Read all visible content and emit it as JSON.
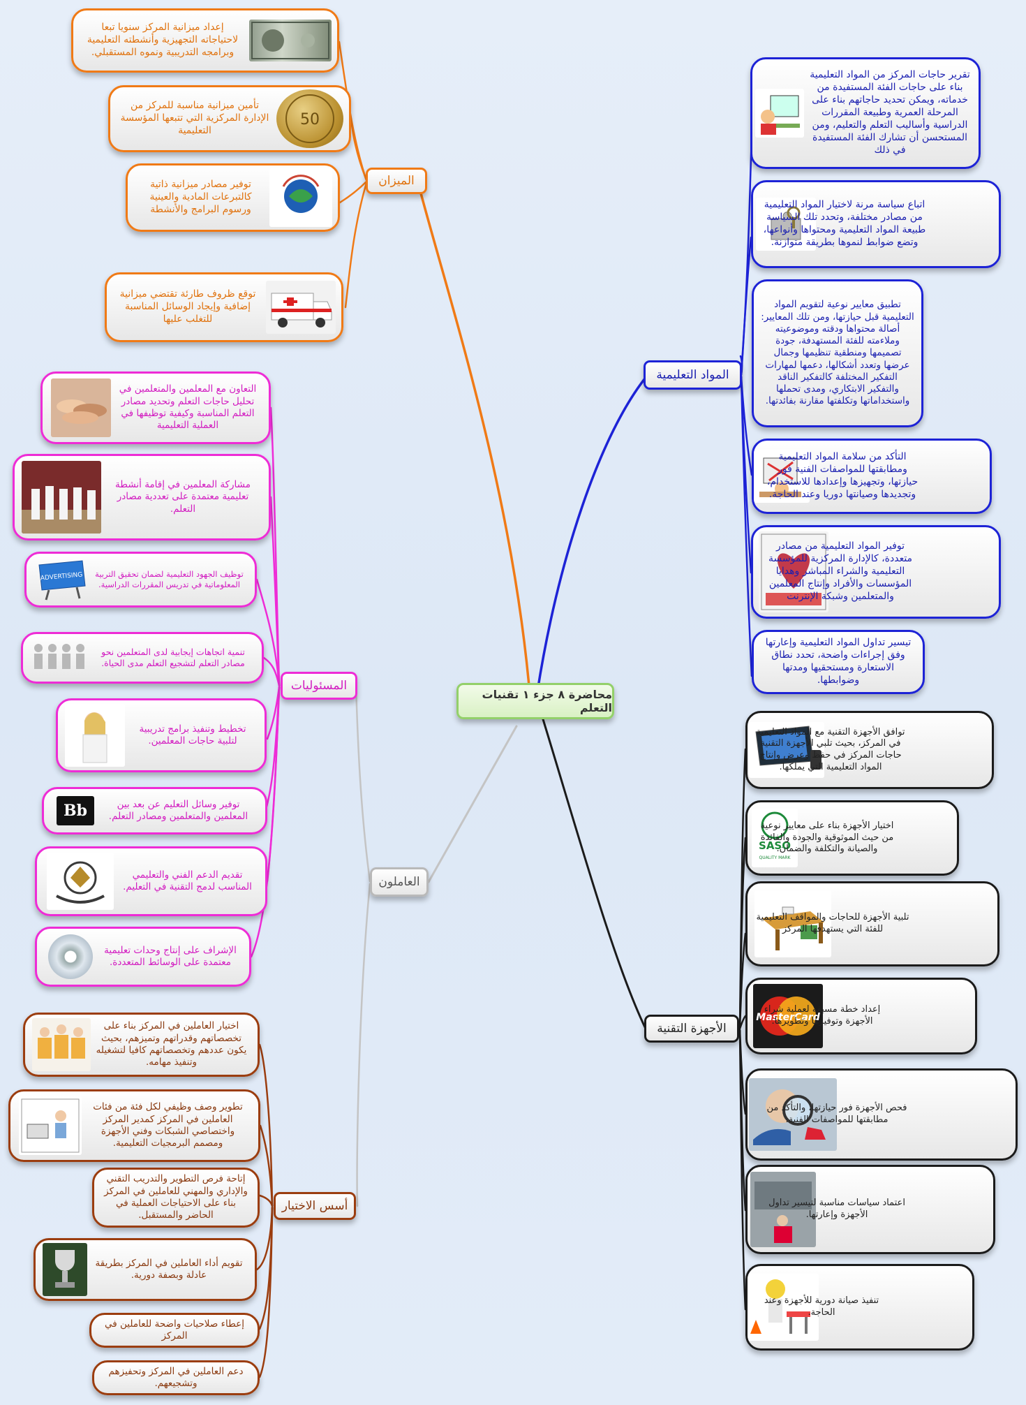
{
  "central_title": "محاضرة ٨ جزء ١ تقنيات التعلم",
  "branches": {
    "budget": "الميزان",
    "materials": "المواد التعليمية",
    "responsibilities": "المسئوليات",
    "staff": "العاملون",
    "selection": "أسس الاختيار",
    "devices": "الأجهزة التقنية"
  },
  "budget_items": [
    "إعداد ميزانية المركز سنويا تبعا لاحتياجاته التجهيزية وأنشطته التعليمية وبرامجه التدريبية ونموه المستقبلي.",
    "تأمين ميزانية مناسبة للمركز من الإدارة المركزية التي تتبعها المؤسسة التعليمية",
    "توفير مصادر ميزانية ذاتية كالتبرعات المادية والعينية ورسوم البرامج والأنشطة",
    "توقع ظروف طارئة تقتضي ميزانية إضافية وإيجاد الوسائل المناسبة للتغلب عليها"
  ],
  "materials_items": [
    "تقرير حاجات المركز من المواد التعليمية بناء على حاجات الفئة المستفيدة من خدماته، ويمكن تحديد حاجاتهم بناء على المرحلة العمرية وطبيعة المقررات الدراسية وأساليب التعلم والتعليم، ومن المستحسن أن تشارك الفئة المستفيدة في ذلك",
    "اتباع سياسة مرنة لاختيار المواد التعليمية من مصادر مختلفة، وتحدد تلك السياسة طبيعة المواد التعليمية ومحتواها وأنواعها، وتضع ضوابط لنموها بطريقة متوازنة.",
    "تطبيق معايير نوعية لتقويم المواد التعليمية قبل حيازتها، ومن تلك المعايير: أصالة محتواها ودقته وموضوعيته وملاءمته للفئة المستهدفة، جودة تصميمها ومنطقية تنظيمها وجمال عرضها وتعدد أشكالها، دعمها لمهارات التفكير المختلفة كالتفكير الناقد والتفكير الابتكاري، ومدى تحملها واستخداماتها وتكلفتها مقارنة بفائدتها.",
    "التأكد من سلامة المواد التعليمية ومطابقتها للمواصفات الفنية فور حيازتها، وتجهيزها وإعدادها للاستخدام، وتجديدها وصيانتها دوريا وعند الحاجة.",
    "توفير المواد التعليمية من مصادر متعددة، كالإدارة المركزية للمؤسسة التعليمية والشراء المباشر وهدايا المؤسسات والأفراد وإنتاج المعلمين والمتعلمين وشبكة الإنترنت",
    "تيسير تداول المواد التعليمية وإعارتها وفق إجراءات واضحة، تحدد نطاق الاستعارة ومستحقيها ومدتها وضوابطها."
  ],
  "responsibilities_items": [
    "التعاون مع المعلمين والمتعلمين في تحليل حاجات التعلم وتحديد مصادر التعلم المناسبة وكيفية توظيفها في العملية التعليمية",
    "مشاركة المعلمين في إقامة أنشطة تعليمية معتمدة على تعددية مصادر التعلم.",
    "توظيف الجهود التعليمية لضمان تحقيق التربية المعلوماتية في تدريس المقررات الدراسية.",
    "تنمية اتجاهات إيجابية لدى المتعلمين نحو مصادر التعلم لتشجيع التعلم مدى الحياة.",
    "تخطيط وتنفيذ برامج تدريبية لتلبية حاجات المعلمين.",
    "توفير وسائل التعليم عن بعد بين المعلمين والمتعلمين ومصادر التعلم.",
    "تقديم الدعم الفني والتعليمي المناسب لدمج التقنية في التعليم.",
    "الإشراف على إنتاج وحدات تعليمية معتمدة على الوسائط المتعددة."
  ],
  "selection_items": [
    "اختيار العاملين في المركز بناء على تخصصاتهم وقدراتهم وتميزهم، بحيث يكون عددهم وتخصصاتهم كافيا لتشغيله وتنفيذ مهامه.",
    "تطوير وصف وظيفي لكل فئة من فئات العاملين في المركز كمدير المركز واختصاصي الشبكات وفني الأجهزة ومصمم البرمجيات التعليمية.",
    "إتاحة فرص التطوير والتدريب التقني والإداري والمهني للعاملين في المركز بناء على الاحتياجات العملية في الحاضر والمستقبل.",
    "تقويم أداء العاملين في المركز بطريقة عادلة وبصفة دورية.",
    "إعطاء صلاحيات واضحة للعاملين في المركز",
    "دعم العاملين في المركز وتحفيزهم وتشجيعهم."
  ],
  "devices_items": [
    "توافق الأجهزة التقنية مع المواد التعليمية في المركز، بحيث تلبي الأجهزة التقنية حاجات المركز في حفظ وعرض وإنتاج المواد التعليمية التي يملكها.",
    "اختيار الأجهزة بناء على معايير نوعية من حيث الموثوقية والجودة والفائدة والصيانة والتكلفة والضمان.",
    "تلبية الأجهزة للحاجات والمواقف التعليمية للفئة التي يستهدفها المركز",
    "إعداد خطة مسبقة لعملية شراء الأجهزة وتوفيرها وتطويرها.",
    "فحص الأجهزة فور حيازتها، والتأكد من مطابقتها للمواصفات الفنية.",
    "اعتماد سياسات مناسبة لتيسير تداول الأجهزة وإعارتها.",
    "تنفيذ صيانة دورية للأجهزة وعند الحاجة."
  ],
  "image_labels": {
    "advertising": "ADVERTISING",
    "blackboard": "Bb",
    "mastercard": "MasterCard",
    "saso": "SASO",
    "saso_sub": "QUALITY MARK",
    "coin": "50"
  },
  "colors": {
    "budget": "#f07a16",
    "materials": "#1d23d6",
    "responsibilities": "#ee2cd6",
    "staff": "#b9b9b9",
    "selection": "#9b3d0f",
    "devices": "#1b1b1b",
    "central": "#93d06a"
  }
}
